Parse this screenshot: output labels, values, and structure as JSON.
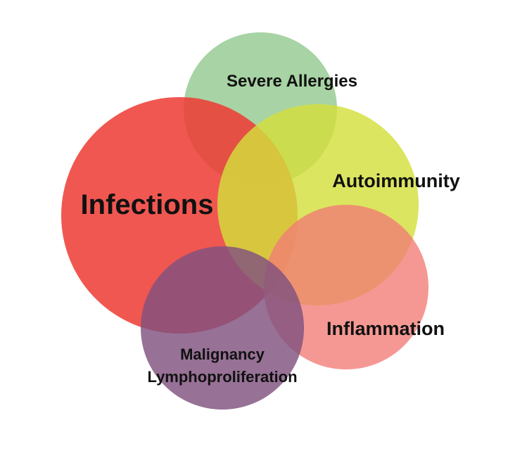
{
  "diagram": {
    "type": "overlapping-circles",
    "circles": [
      {
        "key": "allergies",
        "color": "#8fc78a"
      },
      {
        "key": "infections",
        "color": "#ed3b34"
      },
      {
        "key": "autoimmunity",
        "color": "#d3df3c"
      },
      {
        "key": "inflammation",
        "color": "#f27b74"
      },
      {
        "key": "malignancy",
        "color": "#80527f"
      }
    ],
    "labels": {
      "allergies": "Severe Allergies",
      "infections": "Infections",
      "autoimmunity": "Autoimmunity",
      "inflammation": "Inflammation",
      "malignancy_line1": "Malignancy",
      "malignancy_line2": "Lymphoproliferation"
    }
  }
}
